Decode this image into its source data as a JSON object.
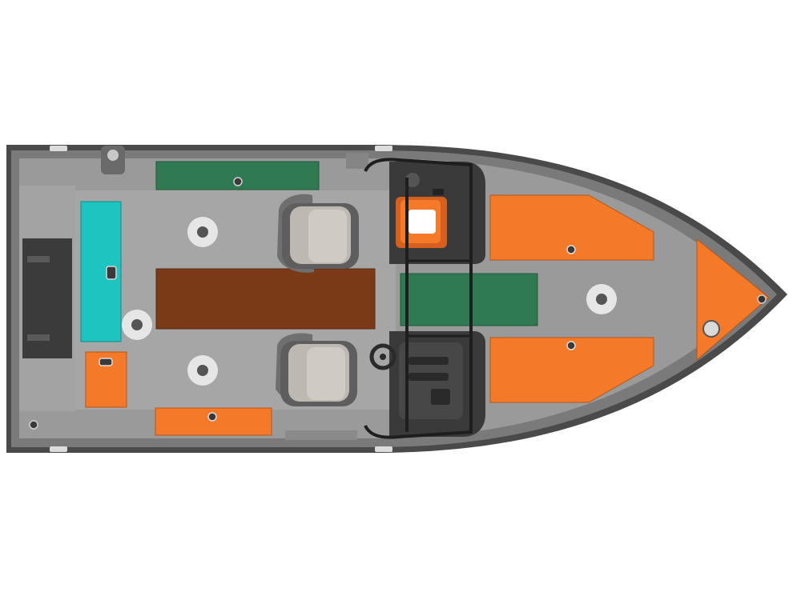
{
  "diagram": {
    "kind": "boat-deck-layout-top-view",
    "colors": {
      "hull_outline": "#4a4a4a",
      "gunwale": "#6e6e6e",
      "deck": "#9a9a9a",
      "deck_light": "#a6a6a6",
      "panel_dark": "#3a3a3a",
      "storage_orange": "#f47a2a",
      "green_panel": "#2f7a52",
      "livewell_teal": "#1ec4c0",
      "casting_deck_brown": "#7a3a18",
      "seat": "#bdb8b2",
      "seat_dark": "#6f6f6f",
      "console_orange": "#f47a2a",
      "white_cup": "#e9e9e9"
    },
    "components": [
      {
        "name": "bow-triangle-storage",
        "color_key": "storage_orange"
      },
      {
        "name": "bow-storage-upper",
        "color_key": "storage_orange"
      },
      {
        "name": "bow-storage-lower",
        "color_key": "storage_orange"
      },
      {
        "name": "bow-green-deck-panel",
        "color_key": "green_panel"
      },
      {
        "name": "stern-green-panel",
        "color_key": "green_panel"
      },
      {
        "name": "center-brown-casting-deck",
        "color_key": "casting_deck_brown"
      },
      {
        "name": "livewell",
        "color_key": "livewell_teal"
      },
      {
        "name": "rear-storage-small",
        "color_key": "storage_orange"
      },
      {
        "name": "side-storage-lower",
        "color_key": "storage_orange"
      },
      {
        "name": "driver-seat",
        "color_key": "seat"
      },
      {
        "name": "passenger-seat",
        "color_key": "seat"
      },
      {
        "name": "passenger-console",
        "color_key": "panel_dark"
      },
      {
        "name": "driver-console",
        "color_key": "panel_dark"
      },
      {
        "name": "windshield-frame",
        "color_key": "panel_dark"
      },
      {
        "name": "steering-wheel",
        "color_key": "panel_dark"
      }
    ]
  }
}
